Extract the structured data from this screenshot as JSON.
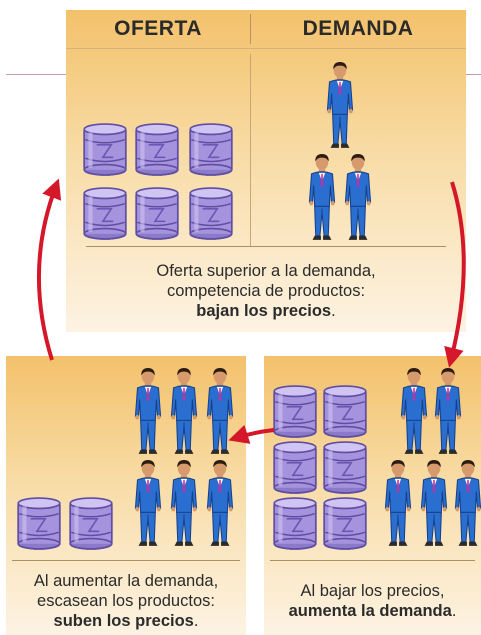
{
  "header": {
    "oferta": "OFERTA",
    "demanda": "DEMANDA"
  },
  "captions": {
    "top": {
      "line1": "Oferta superior a la demanda,",
      "line2": "competencia de productos:",
      "line3": "bajan los precios",
      "line3_tail": "."
    },
    "bottom_left": {
      "line1": "Al aumentar la demanda,",
      "line2": "escasean los productos:",
      "line3": "suben los precios",
      "line3_tail": "."
    },
    "bottom_right": {
      "line1": "Al bajar los precios,",
      "line2": "aumenta la demanda",
      "line2_tail": "."
    }
  },
  "colors": {
    "arrow": "#d4182a",
    "barrel": "#a594dd",
    "barrel_dark": "#5f4ea3",
    "suit": "#2a6fd0",
    "suit_dark": "#16418a",
    "tie": "#e0239a"
  },
  "icons": {
    "barrel": "barrel-icon",
    "person": "businessman-icon",
    "arrow": "cycle-arrow"
  },
  "counts": {
    "top_barrels": 6,
    "top_people": 3,
    "bottom_left_barrels": 2,
    "bottom_left_people": 6,
    "bottom_right_barrels": 6,
    "bottom_right_people": 5
  }
}
